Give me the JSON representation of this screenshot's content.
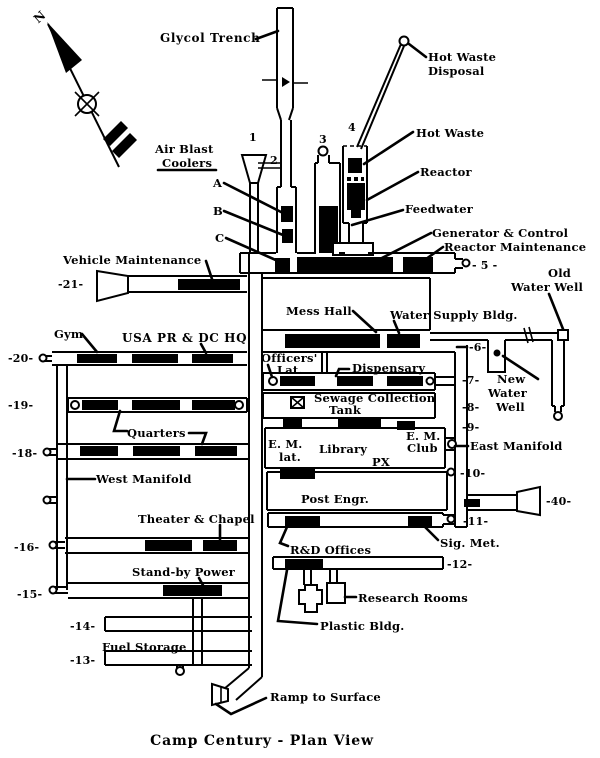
{
  "title": "Camp Century - Plan View",
  "compass": {
    "north": "N"
  },
  "colors": {
    "ink": "#000000",
    "paper": "#ffffff"
  },
  "labels": {
    "glycol_trench": "Glycol Trench",
    "hot_waste_disposal": [
      "Hot Waste",
      "Disposal"
    ],
    "hot_waste": "Hot Waste",
    "reactor": "Reactor",
    "feedwater": "Feedwater",
    "generator_control": "Generator & Control",
    "reactor_maintenance": "Reactor Maintenance",
    "air_blast_coolers": [
      "Air Blast",
      "Coolers"
    ],
    "cooler_a": "A",
    "cooler_b": "B",
    "cooler_c": "C",
    "vent_1": "1",
    "vent_2": "2",
    "vent_3": "3",
    "vent_4": "4",
    "vehicle_maintenance": "Vehicle Maintenance",
    "old_water_well": [
      "Old",
      "Water Well"
    ],
    "mess_hall": "Mess Hall",
    "water_supply_bldg": "Water Supply Bldg.",
    "gym": "Gym",
    "usa_pr_dc_hq": "USA PR & DC HQ",
    "officers_lat": [
      "Officers'",
      "Lat."
    ],
    "dispensary": "Dispensary",
    "sewage_collection_tank": [
      "Sewage Collection",
      "Tank"
    ],
    "new_water_well": [
      "New",
      "Water",
      "Well"
    ],
    "em_lat": [
      "E. M.",
      "lat."
    ],
    "library": "Library",
    "px": "PX",
    "em_club": [
      "E. M.",
      "Club"
    ],
    "east_manifold": "East Manifold",
    "quarters": "Quarters",
    "west_manifold": "West Manifold",
    "theater_chapel": "Theater & Chapel",
    "post_engr": "Post Engr.",
    "stand_by_power": "Stand-by Power",
    "sig_met": "Sig. Met.",
    "rd_offices": "R&D Offices",
    "research_rooms": "Research Rooms",
    "plastic_bldg": "Plastic Bldg.",
    "fuel_storage": "Fuel Storage",
    "ramp_to_surface": "Ramp to Surface"
  },
  "trench_numbers": {
    "t5": "- 5 -",
    "t6": "-6-",
    "t7": "-7-",
    "t8": "-8-",
    "t9": "-9-",
    "t10": "-10-",
    "t11": "-11-",
    "t12": "-12-",
    "t13": "-13-",
    "t14": "-14-",
    "t15": "-15-",
    "t16": "-16-",
    "t18": "-18-",
    "t19": "-19-",
    "t20": "-20-",
    "t21": "-21-",
    "t40": "-40-"
  }
}
